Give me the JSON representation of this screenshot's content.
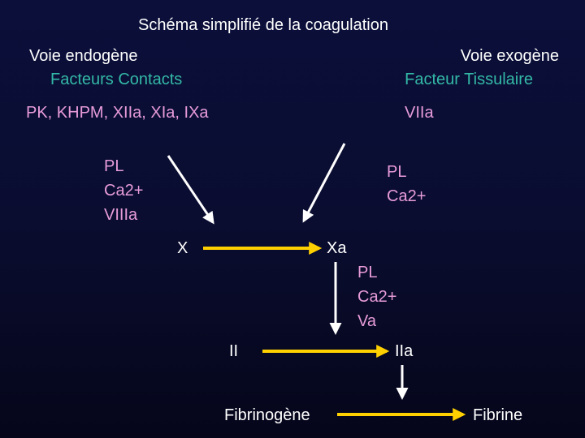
{
  "title": "Schéma simplifié de la coagulation",
  "left_pathway": {
    "name": "Voie endogène",
    "subtitle": "Facteurs Contacts",
    "factors": "PK, KHPM, XIIa, XIa, IXa"
  },
  "right_pathway": {
    "name": "Voie exogène",
    "subtitle": "Facteur Tissulaire",
    "factors": "VIIa"
  },
  "cofactors_left": [
    "PL",
    "Ca2+",
    "VIIIa"
  ],
  "cofactors_right": [
    "PL",
    "Ca2+"
  ],
  "cofactors_xa": [
    "PL",
    "Ca2+",
    "Va"
  ],
  "nodes": {
    "x": "X",
    "xa": "Xa",
    "ii": "II",
    "iia": "IIa",
    "fibrinogen": "Fibrinogène",
    "fibrin": "Fibrine"
  },
  "colors": {
    "background": "#0b0f3a",
    "text_white": "#ffffff",
    "text_teal": "#33b8a6",
    "text_pink": "#e79bd9",
    "arrow_yellow": "#ffd000",
    "arrow_white": "#ffffff"
  }
}
